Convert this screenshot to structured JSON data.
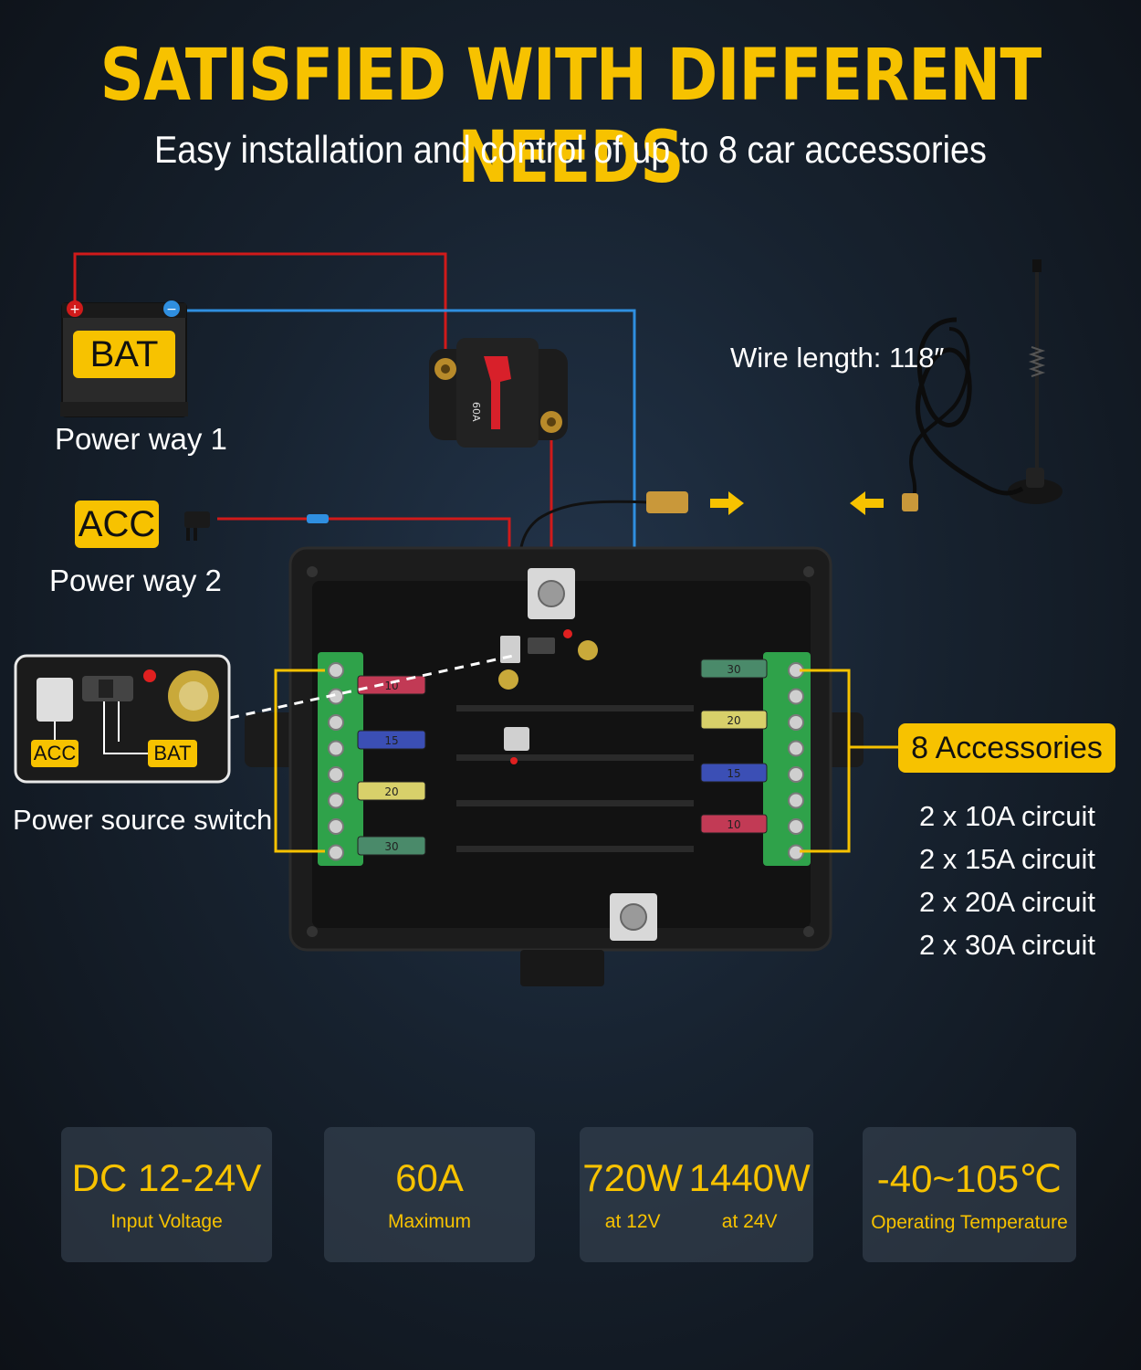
{
  "header": {
    "title": "SATISFIED WITH DIFFERENT NEEDS",
    "subtitle": "Easy installation and control of up to 8 car accessories"
  },
  "battery": {
    "tag": "BAT",
    "caption": "Power way 1"
  },
  "acc": {
    "tag": "ACC",
    "caption": "Power way 2"
  },
  "breaker": {
    "rating": "60A"
  },
  "antenna": {
    "wire_length": "Wire length: 118″"
  },
  "switch_panel": {
    "acc_label": "ACC",
    "bat_label": "BAT",
    "caption": "Power source switch"
  },
  "accessories": {
    "tag": "8 Accessories",
    "circuits": [
      "2 x 10A circuit",
      "2 x 15A circuit",
      "2 x 20A circuit",
      "2 x 30A circuit"
    ]
  },
  "fuses_left": [
    {
      "label": "10",
      "color": "#c23a55"
    },
    {
      "label": "15",
      "color": "#3b4fb5"
    },
    {
      "label": "20",
      "color": "#d8d06a"
    },
    {
      "label": "30",
      "color": "#4a8a6a"
    }
  ],
  "fuses_right": [
    {
      "label": "30",
      "color": "#4a8a6a"
    },
    {
      "label": "20",
      "color": "#d8d06a"
    },
    {
      "label": "15",
      "color": "#3b4fb5"
    },
    {
      "label": "10",
      "color": "#c23a55"
    }
  ],
  "specs": [
    {
      "value": "DC 12-24V",
      "label": "Input Voltage"
    },
    {
      "value": "60A",
      "label": "Maximum"
    },
    {
      "value_a": "720W",
      "label_a": "at 12V",
      "value_b": "1440W",
      "label_b": "at 24V"
    },
    {
      "value": "-40~105℃",
      "label": "Operating Temperature"
    }
  ],
  "colors": {
    "accent": "#f7c200",
    "wire_positive": "#d01a1a",
    "wire_negative": "#2f8fe0",
    "terminal_green": "#2fa24a"
  }
}
